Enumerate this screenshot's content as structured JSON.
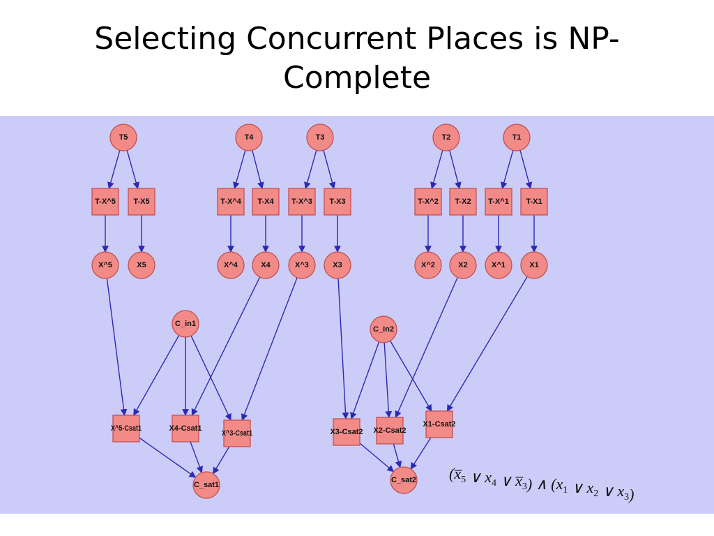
{
  "title": {
    "line1": "Selecting Concurrent Places is NP-",
    "line2": "Complete"
  },
  "colors": {
    "panel_background": "#ccccf8",
    "node_fill": "#f28b88",
    "node_stroke": "#c05050",
    "edge": "#2a2ab4"
  },
  "formula": {
    "text": "(x̄5 ∨ x4 ∨ x̄3) ∧ (x1 ∨ x2 ∨ x3)",
    "clauses": [
      [
        {
          "var": "x",
          "sub": "5",
          "negated": true
        },
        {
          "var": "x",
          "sub": "4",
          "negated": false
        },
        {
          "var": "x",
          "sub": "3",
          "negated": true
        }
      ],
      [
        {
          "var": "x",
          "sub": "1",
          "negated": false
        },
        {
          "var": "x",
          "sub": "2",
          "negated": false
        },
        {
          "var": "x",
          "sub": "3",
          "negated": false
        }
      ]
    ]
  },
  "diagram": {
    "nodes": [
      {
        "id": "T5",
        "label": "T5",
        "shape": "circle"
      },
      {
        "id": "T4",
        "label": "T4",
        "shape": "circle"
      },
      {
        "id": "T3",
        "label": "T3",
        "shape": "circle"
      },
      {
        "id": "T2",
        "label": "T2",
        "shape": "circle"
      },
      {
        "id": "T1",
        "label": "T1",
        "shape": "circle"
      },
      {
        "id": "TXn5",
        "label": "T-X^5",
        "shape": "square"
      },
      {
        "id": "TX5",
        "label": "T-X5",
        "shape": "square"
      },
      {
        "id": "TXn4",
        "label": "T-X^4",
        "shape": "square"
      },
      {
        "id": "TX4",
        "label": "T-X4",
        "shape": "square"
      },
      {
        "id": "TXn3",
        "label": "T-X^3",
        "shape": "square"
      },
      {
        "id": "TX3",
        "label": "T-X3",
        "shape": "square"
      },
      {
        "id": "TXn2",
        "label": "T-X^2",
        "shape": "square"
      },
      {
        "id": "TX2",
        "label": "T-X2",
        "shape": "square"
      },
      {
        "id": "TXn1",
        "label": "T-X^1",
        "shape": "square"
      },
      {
        "id": "TX1",
        "label": "T-X1",
        "shape": "square"
      },
      {
        "id": "Xn5",
        "label": "X^5",
        "shape": "circle"
      },
      {
        "id": "X5",
        "label": "X5",
        "shape": "circle"
      },
      {
        "id": "Xn4",
        "label": "X^4",
        "shape": "circle"
      },
      {
        "id": "X4",
        "label": "X4",
        "shape": "circle"
      },
      {
        "id": "Xn3",
        "label": "X^3",
        "shape": "circle"
      },
      {
        "id": "X3",
        "label": "X3",
        "shape": "circle"
      },
      {
        "id": "Xn2",
        "label": "X^2",
        "shape": "circle"
      },
      {
        "id": "X2",
        "label": "X2",
        "shape": "circle"
      },
      {
        "id": "Xn1",
        "label": "X^1",
        "shape": "circle"
      },
      {
        "id": "X1",
        "label": "X1",
        "shape": "circle"
      },
      {
        "id": "Cin1",
        "label": "C_in1",
        "shape": "circle"
      },
      {
        "id": "Cin2",
        "label": "C_in2",
        "shape": "circle"
      },
      {
        "id": "Xn5C1",
        "label": "X^5-Csat1",
        "shape": "square"
      },
      {
        "id": "X4C1",
        "label": "X4-Csat1",
        "shape": "square"
      },
      {
        "id": "Xn3C1",
        "label": "X^3-Csat1",
        "shape": "square"
      },
      {
        "id": "X3C2",
        "label": "X3-Csat2",
        "shape": "square"
      },
      {
        "id": "X2C2",
        "label": "X2-Csat2",
        "shape": "square"
      },
      {
        "id": "X1C2",
        "label": "X1-Csat2",
        "shape": "square"
      },
      {
        "id": "Csat1",
        "label": "C_sat1",
        "shape": "circle"
      },
      {
        "id": "Csat2",
        "label": "C_sat2",
        "shape": "circle"
      }
    ],
    "edges": [
      [
        "T5",
        "TXn5"
      ],
      [
        "T5",
        "TX5"
      ],
      [
        "T4",
        "TXn4"
      ],
      [
        "T4",
        "TX4"
      ],
      [
        "T3",
        "TXn3"
      ],
      [
        "T3",
        "TX3"
      ],
      [
        "T2",
        "TXn2"
      ],
      [
        "T2",
        "TX2"
      ],
      [
        "T1",
        "TXn1"
      ],
      [
        "T1",
        "TX1"
      ],
      [
        "TXn5",
        "Xn5"
      ],
      [
        "TX5",
        "X5"
      ],
      [
        "TXn4",
        "Xn4"
      ],
      [
        "TX4",
        "X4"
      ],
      [
        "TXn3",
        "Xn3"
      ],
      [
        "TX3",
        "X3"
      ],
      [
        "TXn2",
        "Xn2"
      ],
      [
        "TX2",
        "X2"
      ],
      [
        "TXn1",
        "Xn1"
      ],
      [
        "TX1",
        "X1"
      ],
      [
        "Xn5",
        "Xn5C1"
      ],
      [
        "X4",
        "X4C1"
      ],
      [
        "Xn3",
        "Xn3C1"
      ],
      [
        "Cin1",
        "Xn5C1"
      ],
      [
        "Cin1",
        "X4C1"
      ],
      [
        "Cin1",
        "Xn3C1"
      ],
      [
        "Xn5C1",
        "Csat1"
      ],
      [
        "X4C1",
        "Csat1"
      ],
      [
        "Xn3C1",
        "Csat1"
      ],
      [
        "X3",
        "X3C2"
      ],
      [
        "X2",
        "X2C2"
      ],
      [
        "X1",
        "X1C2"
      ],
      [
        "Cin2",
        "X3C2"
      ],
      [
        "Cin2",
        "X2C2"
      ],
      [
        "Cin2",
        "X1C2"
      ],
      [
        "X3C2",
        "Csat2"
      ],
      [
        "X2C2",
        "Csat2"
      ],
      [
        "X1C2",
        "Csat2"
      ]
    ]
  }
}
